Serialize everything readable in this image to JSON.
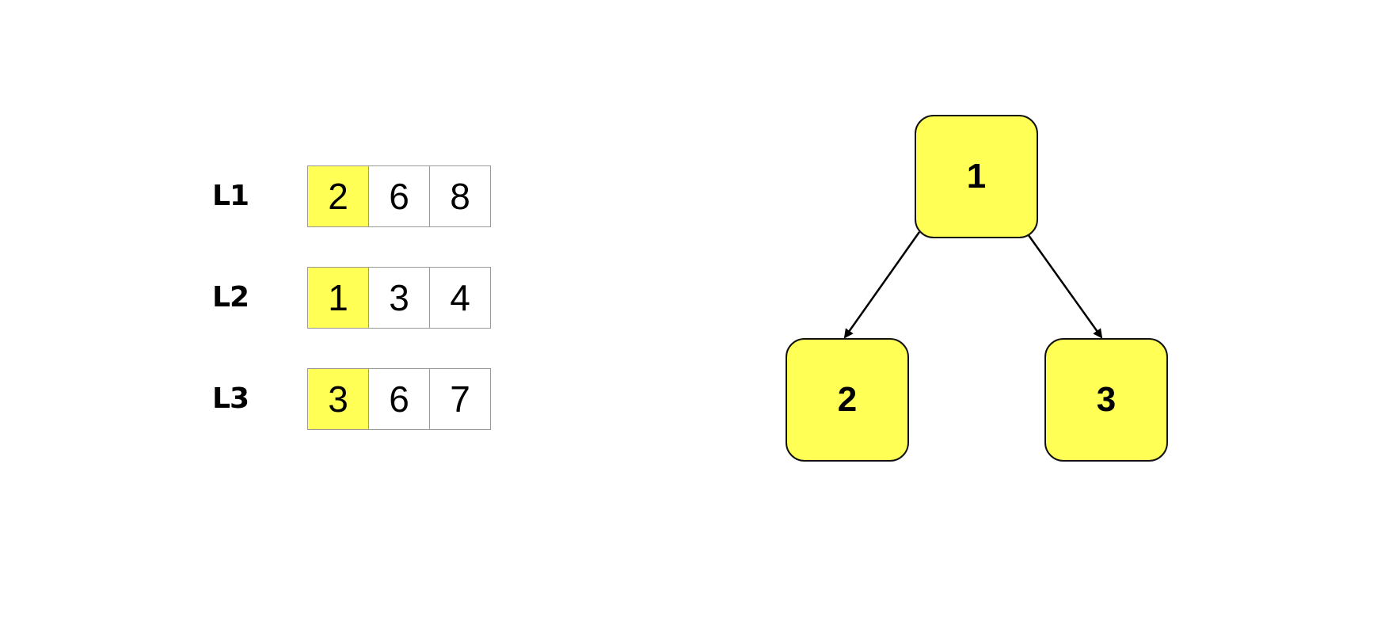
{
  "lists": [
    {
      "label": "L1",
      "values": [
        "2",
        "6",
        "8"
      ]
    },
    {
      "label": "L2",
      "values": [
        "1",
        "3",
        "4"
      ]
    },
    {
      "label": "L3",
      "values": [
        "3",
        "6",
        "7"
      ]
    }
  ],
  "tree": {
    "root": "1",
    "left_child": "2",
    "right_child": "3"
  },
  "colors": {
    "highlight": "#ffff55",
    "node_fill": "#ffff55",
    "edge": "#000000"
  }
}
